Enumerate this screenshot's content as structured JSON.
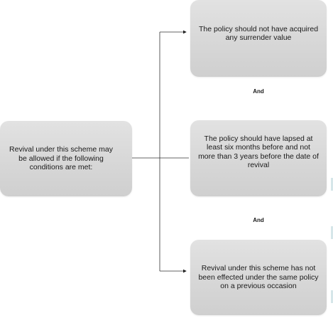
{
  "diagram": {
    "source": {
      "label": "Revival under this scheme may be allowed if the following conditions are met:"
    },
    "conditions": [
      {
        "label": "The policy should not have acquired any surrender value"
      },
      {
        "label": "The policy should have lapsed at least six months before and not more than 3 years before the date of revival"
      },
      {
        "label": "Revival under this scheme has not been effected under the same policy on a previous occasion"
      }
    ],
    "connectors": [
      {
        "text": "And"
      },
      {
        "text": "And"
      }
    ]
  }
}
